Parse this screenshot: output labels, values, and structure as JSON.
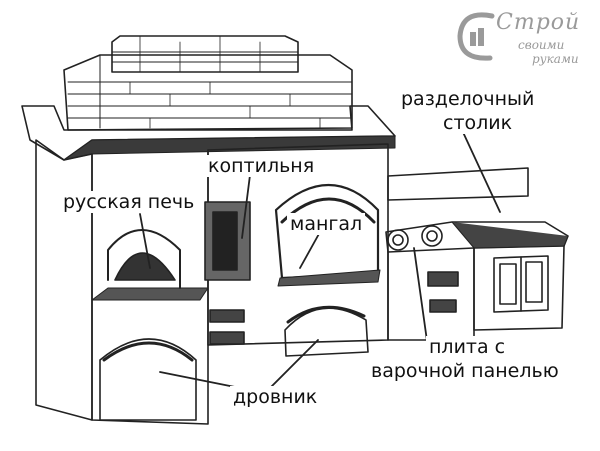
{
  "labels": {
    "russian_stove": "русская печь",
    "smokehouse": "коптильня",
    "grill": "мангал",
    "cutting_table_line1": "разделочный",
    "cutting_table_line2": "столик",
    "stove_line1": "плита с",
    "stove_line2": "варочной панелью",
    "woodshed": "дровник"
  },
  "logo": {
    "title": "Строй",
    "sub1": "своими",
    "sub2": "руками",
    "icon": "c-letter-logo-icon",
    "color": "#9a9a9a"
  }
}
